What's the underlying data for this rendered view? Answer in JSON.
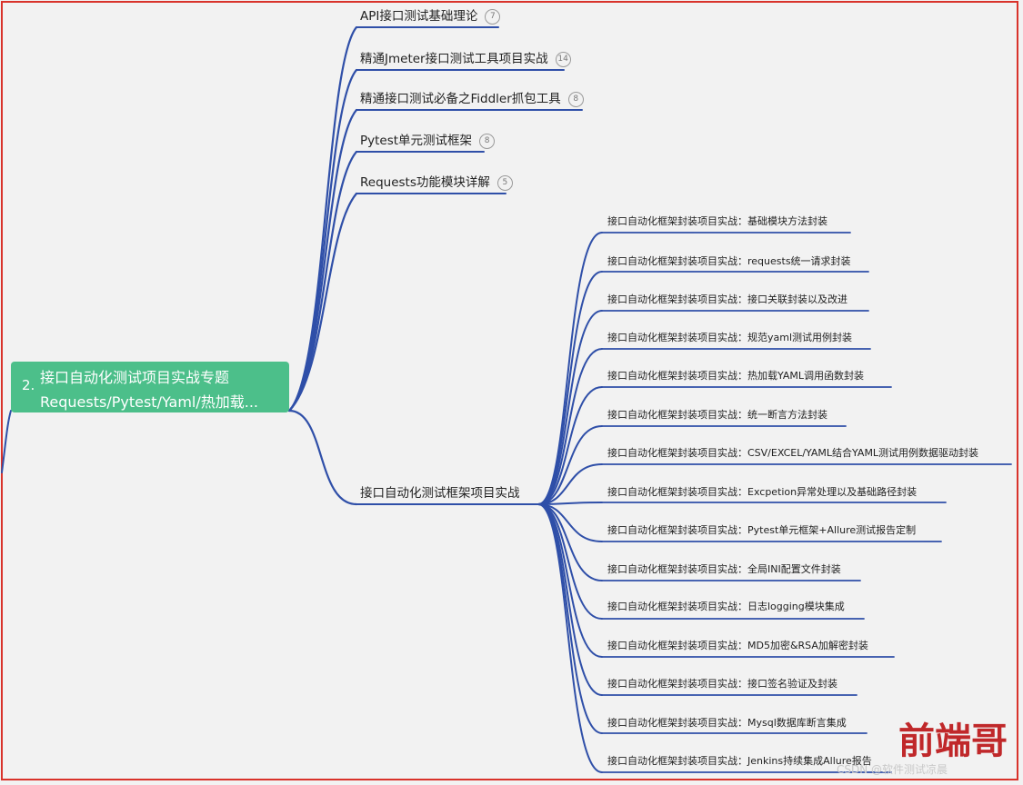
{
  "root": {
    "number": "2.",
    "line1": "接口自动化测试项目实战专题",
    "line2": "Requests/Pytest/Yaml/热加载..."
  },
  "topics": [
    {
      "label": "API接口测试基础理论",
      "count": "7"
    },
    {
      "label": "精通Jmeter接口测试工具项目实战",
      "count": "14"
    },
    {
      "label": "精通接口测试必备之Fiddler抓包工具",
      "count": "8"
    },
    {
      "label": "Pytest单元测试框架",
      "count": "8"
    },
    {
      "label": "Requests功能模块详解",
      "count": "5"
    },
    {
      "label": "接口自动化测试框架项目实战",
      "count": ""
    }
  ],
  "subtopics": [
    "接口自动化框架封装项目实战：基础模块方法封装",
    "接口自动化框架封装项目实战：requests统一请求封装",
    "接口自动化框架封装项目实战：接口关联封装以及改进",
    "接口自动化框架封装项目实战：规范yaml测试用例封装",
    "接口自动化框架封装项目实战：热加载YAML调用函数封装",
    "接口自动化框架封装项目实战：统一断言方法封装",
    "接口自动化框架封装项目实战：CSV/EXCEL/YAML结合YAML测试用例数据驱动封装",
    "接口自动化框架封装项目实战：Excpetion异常处理以及基础路径封装",
    "接口自动化框架封装项目实战：Pytest单元框架+Allure测试报告定制",
    "接口自动化框架封装项目实战：全局INI配置文件封装",
    "接口自动化框架封装项目实战：日志logging模块集成",
    "接口自动化框架封装项目实战：MD5加密&RSA加解密封装",
    "接口自动化框架封装项目实战：接口签名验证及封装",
    "接口自动化框架封装项目实战：Mysql数据库断言集成",
    "接口自动化框架封装项目实战：Jenkins持续集成Allure报告"
  ],
  "watermark": {
    "seal": "前端哥",
    "csdn": "CSDN @软件测试凉晨"
  },
  "colors": {
    "branch": "#2f4fa8",
    "root_bg": "#4cbf8a",
    "frame": "#d9332b",
    "background": "#f2f2f2"
  }
}
